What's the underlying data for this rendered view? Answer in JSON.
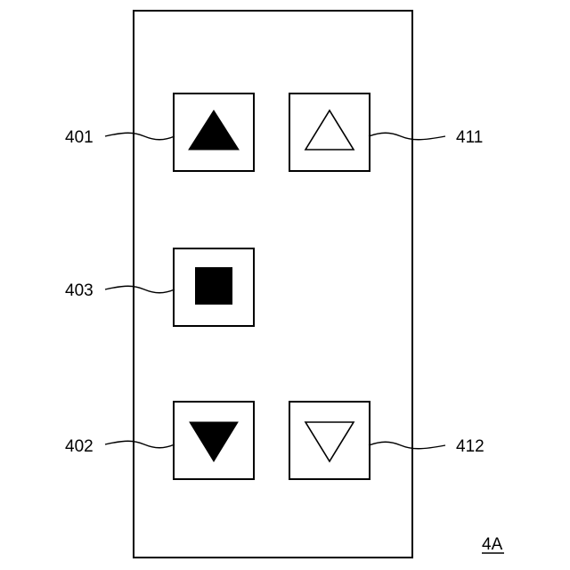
{
  "figure_label": "4A",
  "colors": {
    "stroke": "#000000",
    "fill_solid": "#000000",
    "background": "#ffffff"
  },
  "buttons": [
    {
      "ref": "401",
      "icon": "solid-up-triangle-icon"
    },
    {
      "ref": "411",
      "icon": "outline-up-triangle-icon"
    },
    {
      "ref": "403",
      "icon": "solid-square-stop-icon"
    },
    {
      "ref": "402",
      "icon": "solid-down-triangle-icon"
    },
    {
      "ref": "412",
      "icon": "outline-down-triangle-icon"
    }
  ]
}
